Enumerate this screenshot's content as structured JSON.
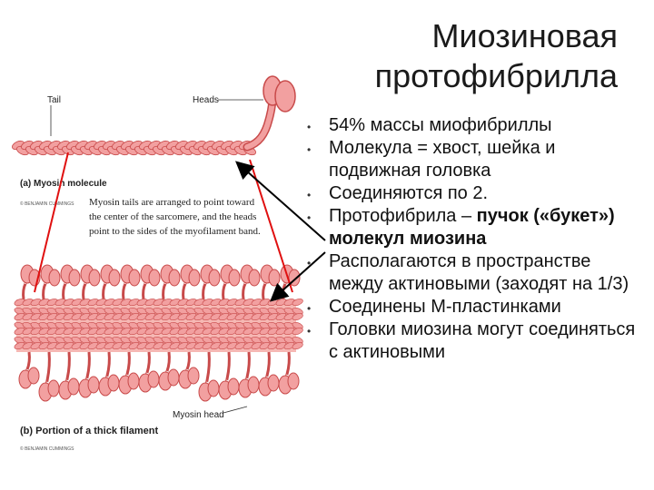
{
  "slide": {
    "title_line1": "Миозиновая",
    "title_line2": "протофибрилла",
    "bullets": [
      {
        "text": "54% массы миофибриллы"
      },
      {
        "text": "Молекула = хвост, шейка и подвижная головка"
      },
      {
        "text": "Соединяются по 2."
      },
      {
        "text_plain": "Протофибрила – ",
        "text_bold": "пучок («букет») молекул миозина"
      },
      {
        "text": "Располагаются в пространстве между актиновыми (заходят на 1/3)"
      },
      {
        "text": "Соединены М-пластинками"
      },
      {
        "text": "Головки миозина могут соединяться с актиновыми"
      }
    ]
  },
  "figure": {
    "label_tail": "Tail",
    "label_heads": "Heads",
    "caption_a": "(a) Myosin molecule",
    "copyright_a": "© BENJAMIN CUMMINGS",
    "note_line1": "Myosin tails are arranged to point toward",
    "note_line2": "the center of the sarcomere, and the heads",
    "note_line3": "point to the sides of the myofilament band.",
    "label_myosin_head": "Myosin head",
    "caption_b": "(b) Portion of a thick filament",
    "copyright_b": "© BENJAMIN CUMMINGS"
  },
  "colors": {
    "myosin_fill": "#f2a0a0",
    "myosin_dark": "#c84a4a",
    "pointer_line": "#e01010",
    "arrow": "#000000"
  }
}
